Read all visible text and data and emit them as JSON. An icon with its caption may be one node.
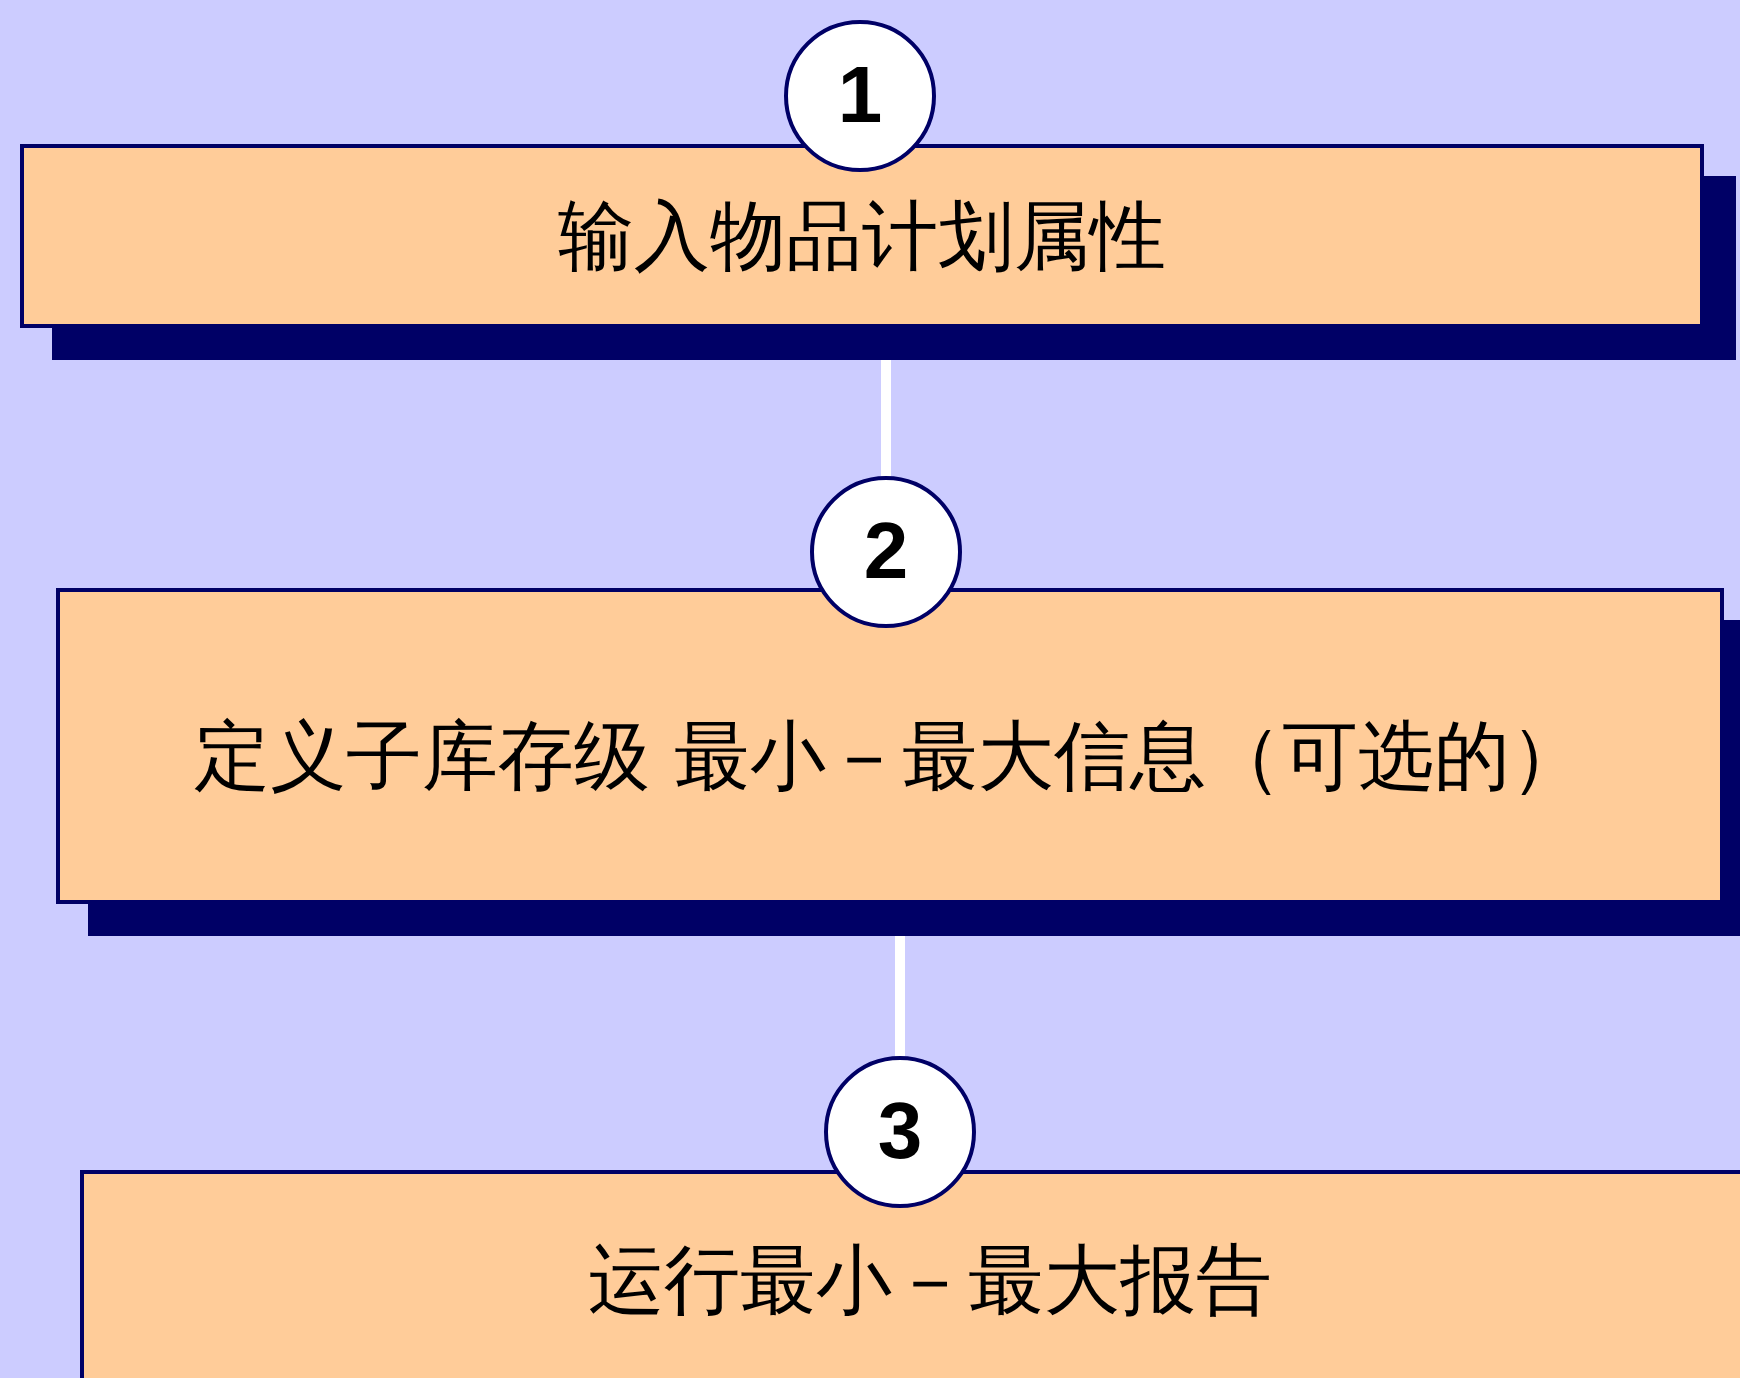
{
  "diagram": {
    "nodes": [
      {
        "text": [
          "1"
        ]
      },
      {
        "text": [
          "输入物品计划属性"
        ]
      },
      {
        "text": [
          "2"
        ]
      },
      {
        "text": [
          "定义子库存级 最小－最大信息（可选的）"
        ]
      },
      {
        "text": [
          "3"
        ]
      },
      {
        "text": [
          "运行最小－最大报告"
        ]
      }
    ],
    "edges": [
      {
        "from": 1,
        "to": 2,
        "arrow": "none"
      },
      {
        "from": 3,
        "to": 4,
        "arrow": "none"
      }
    ]
  }
}
